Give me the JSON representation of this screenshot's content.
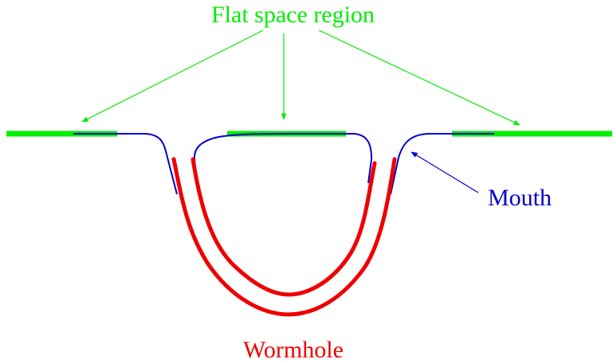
{
  "labels": {
    "flat_region": "Flat space region",
    "mouth": "Mouth",
    "wormhole": "Wormhole"
  },
  "colors": {
    "flat": "#00ee00",
    "mouth": "#0000cc",
    "wormhole": "#ee0000",
    "background": "#ffffff"
  }
}
